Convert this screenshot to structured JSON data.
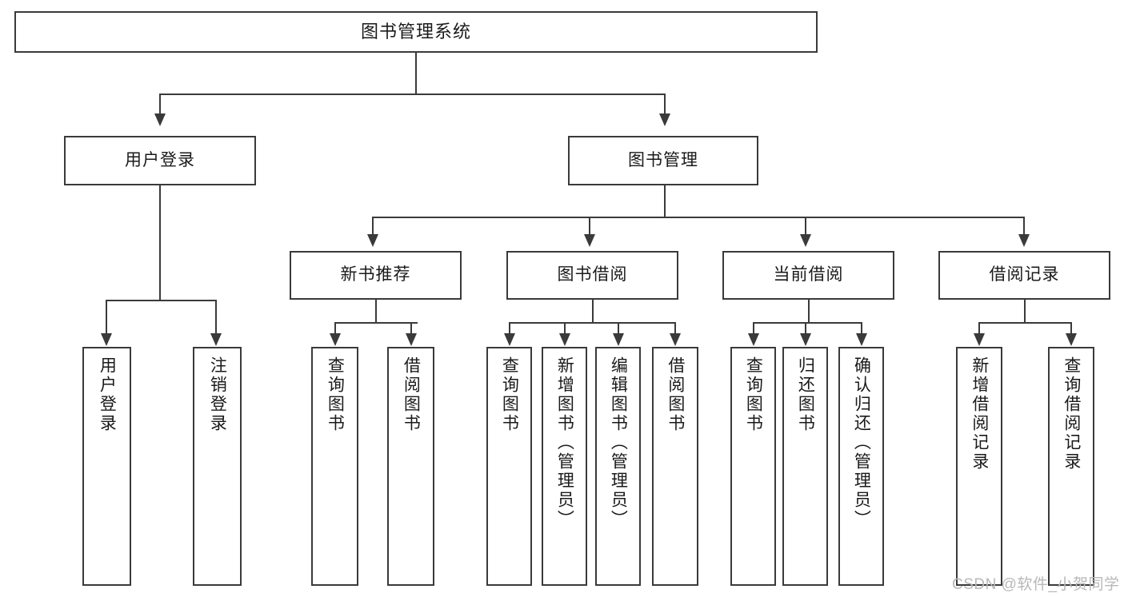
{
  "diagram": {
    "title": "图书管理系统",
    "type": "tree",
    "watermark": "CSDN @软件_小贺同学",
    "colors": {
      "stroke": "#3a3a3a",
      "fill": "#ffffff",
      "text": "#1a1a1a",
      "watermark": "#b8b8b8"
    },
    "levels": {
      "root": "图书管理系统",
      "level2": [
        "用户登录",
        "图书管理"
      ],
      "level3": [
        "新书推荐",
        "图书借阅",
        "当前借阅",
        "借阅记录"
      ]
    },
    "nodes": {
      "root": {
        "label": "图书管理系统"
      },
      "user_login": {
        "label": "用户登录"
      },
      "book_manage": {
        "label": "图书管理"
      },
      "new_book_rec": {
        "label": "新书推荐"
      },
      "book_borrow": {
        "label": "图书借阅"
      },
      "current_borrow": {
        "label": "当前借阅"
      },
      "borrow_record": {
        "label": "借阅记录"
      },
      "leaf_1": {
        "label": "用户登录"
      },
      "leaf_2": {
        "label": "注销登录"
      },
      "leaf_3": {
        "label": "查询图书"
      },
      "leaf_4": {
        "label": "借阅图书"
      },
      "leaf_5": {
        "label": "查询图书"
      },
      "leaf_6": {
        "label": "新增图书（管理员）"
      },
      "leaf_7": {
        "label": "编辑图书（管理员）"
      },
      "leaf_8": {
        "label": "借阅图书"
      },
      "leaf_9": {
        "label": "查询图书"
      },
      "leaf_10": {
        "label": "归还图书"
      },
      "leaf_11": {
        "label": "确认归还（管理员）"
      },
      "leaf_12": {
        "label": "新增借阅记录"
      },
      "leaf_13": {
        "label": "查询借阅记录"
      }
    },
    "edges": [
      {
        "from": "root",
        "to": "user_login"
      },
      {
        "from": "root",
        "to": "book_manage"
      },
      {
        "from": "user_login",
        "to": "leaf_1"
      },
      {
        "from": "user_login",
        "to": "leaf_2"
      },
      {
        "from": "book_manage",
        "to": "new_book_rec"
      },
      {
        "from": "book_manage",
        "to": "book_borrow"
      },
      {
        "from": "book_manage",
        "to": "current_borrow"
      },
      {
        "from": "book_manage",
        "to": "borrow_record"
      },
      {
        "from": "new_book_rec",
        "to": "leaf_3"
      },
      {
        "from": "new_book_rec",
        "to": "leaf_4"
      },
      {
        "from": "book_borrow",
        "to": "leaf_5"
      },
      {
        "from": "book_borrow",
        "to": "leaf_6"
      },
      {
        "from": "book_borrow",
        "to": "leaf_7"
      },
      {
        "from": "book_borrow",
        "to": "leaf_8"
      },
      {
        "from": "current_borrow",
        "to": "leaf_9"
      },
      {
        "from": "current_borrow",
        "to": "leaf_10"
      },
      {
        "from": "current_borrow",
        "to": "leaf_11"
      },
      {
        "from": "borrow_record",
        "to": "leaf_12"
      },
      {
        "from": "borrow_record",
        "to": "leaf_13"
      }
    ]
  }
}
